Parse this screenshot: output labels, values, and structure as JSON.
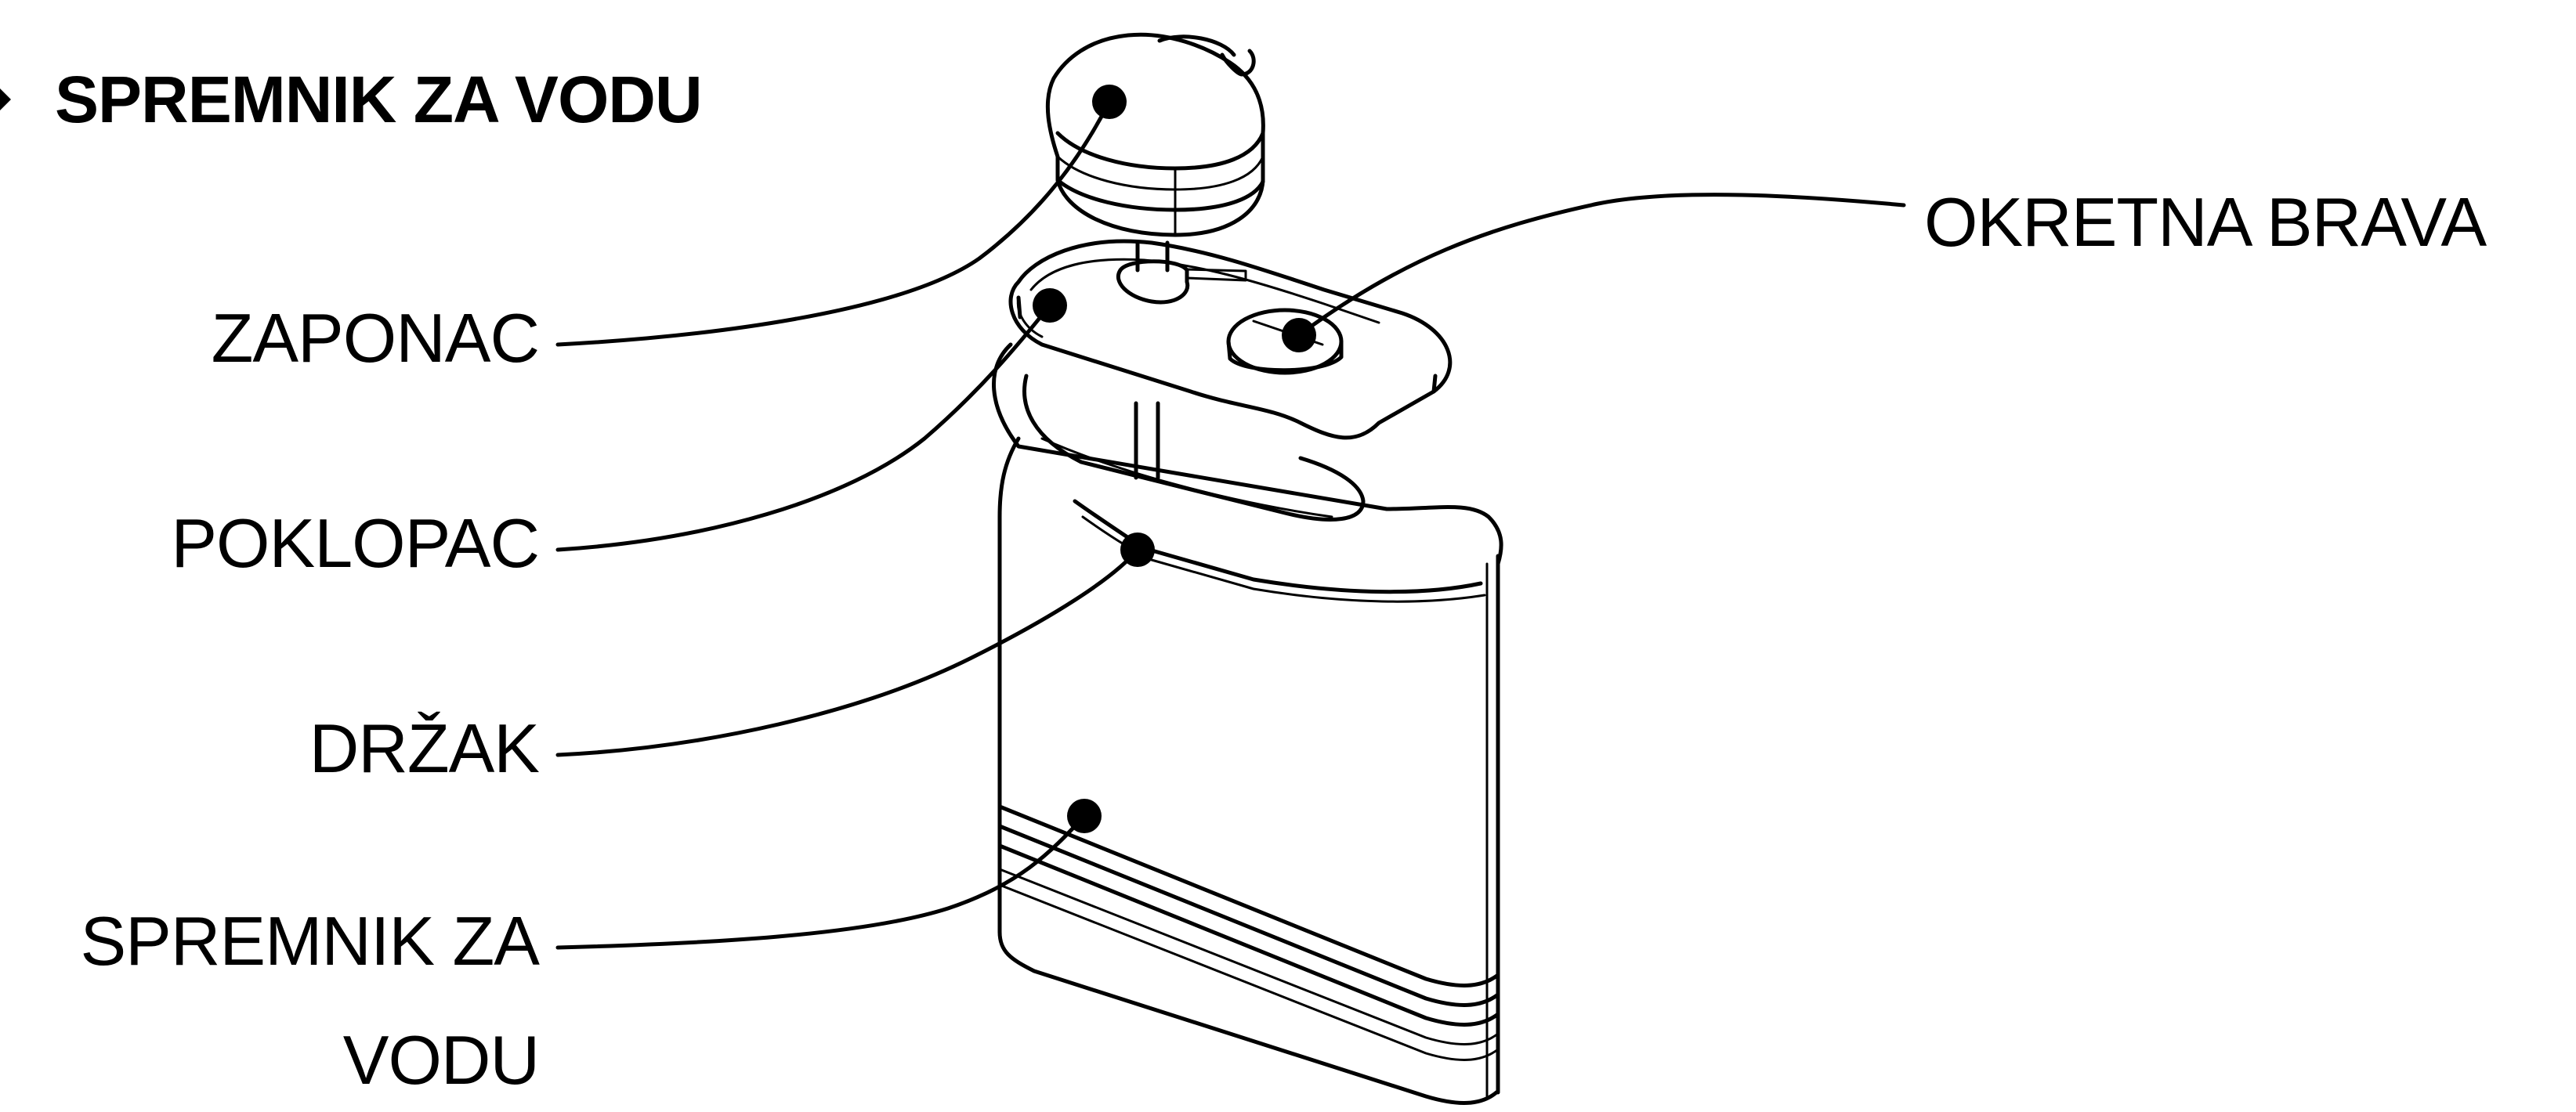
{
  "title": "SPREMNIK ZA VODU",
  "labels": {
    "zaponac": "ZAPONAC",
    "poklopac": "POKLOPAC",
    "drzak": "DRŽAK",
    "spremnik_line1": "SPREMNIK ZA",
    "spremnik_line2": "VODU",
    "okretna_brava": "OKRETNA BRAVA"
  },
  "colors": {
    "line": "#000000",
    "background": "#ffffff"
  }
}
